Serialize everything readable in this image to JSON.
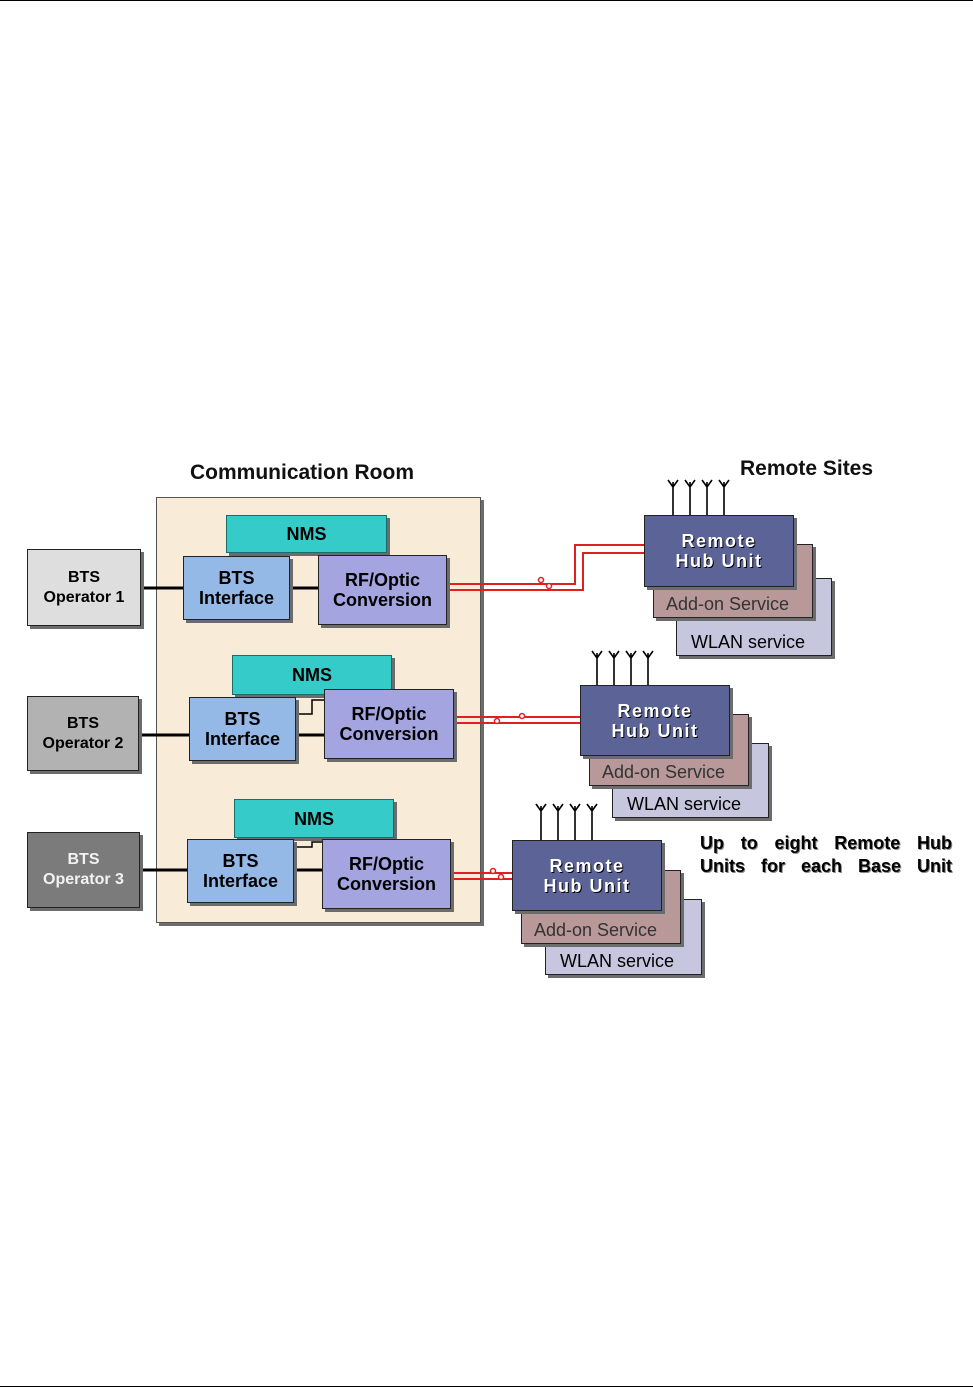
{
  "titles": {
    "room": "Communication Room",
    "remote": "Remote Sites"
  },
  "operators": [
    {
      "line1": "BTS",
      "line2": "Operator 1"
    },
    {
      "line1": "BTS",
      "line2": "Operator 2"
    },
    {
      "line1": "BTS",
      "line2": "Operator 3"
    }
  ],
  "units": {
    "nms": "NMS",
    "bts_interface": {
      "line1": "BTS",
      "line2": "Interface"
    },
    "rf_optic": {
      "line1": "RF/Optic",
      "line2": "Conversion"
    }
  },
  "remote_hub": {
    "line1": "Remote",
    "line2": "Hub Unit",
    "addon": "Add-on Service",
    "wlan": "WLAN service"
  },
  "note": {
    "line1": "Up to eight Remote Hub",
    "line2": "Units for each Base Unit"
  },
  "colors": {
    "room_bg": "#f8ecd8",
    "nms": "#35cbc8",
    "bts_interface": "#95b9e6",
    "rf_optic": "#a4a4e0",
    "remote_hub": "#5b6397",
    "addon": "#b89898",
    "wlan": "#c6c6df",
    "fiber": "#e02020"
  }
}
